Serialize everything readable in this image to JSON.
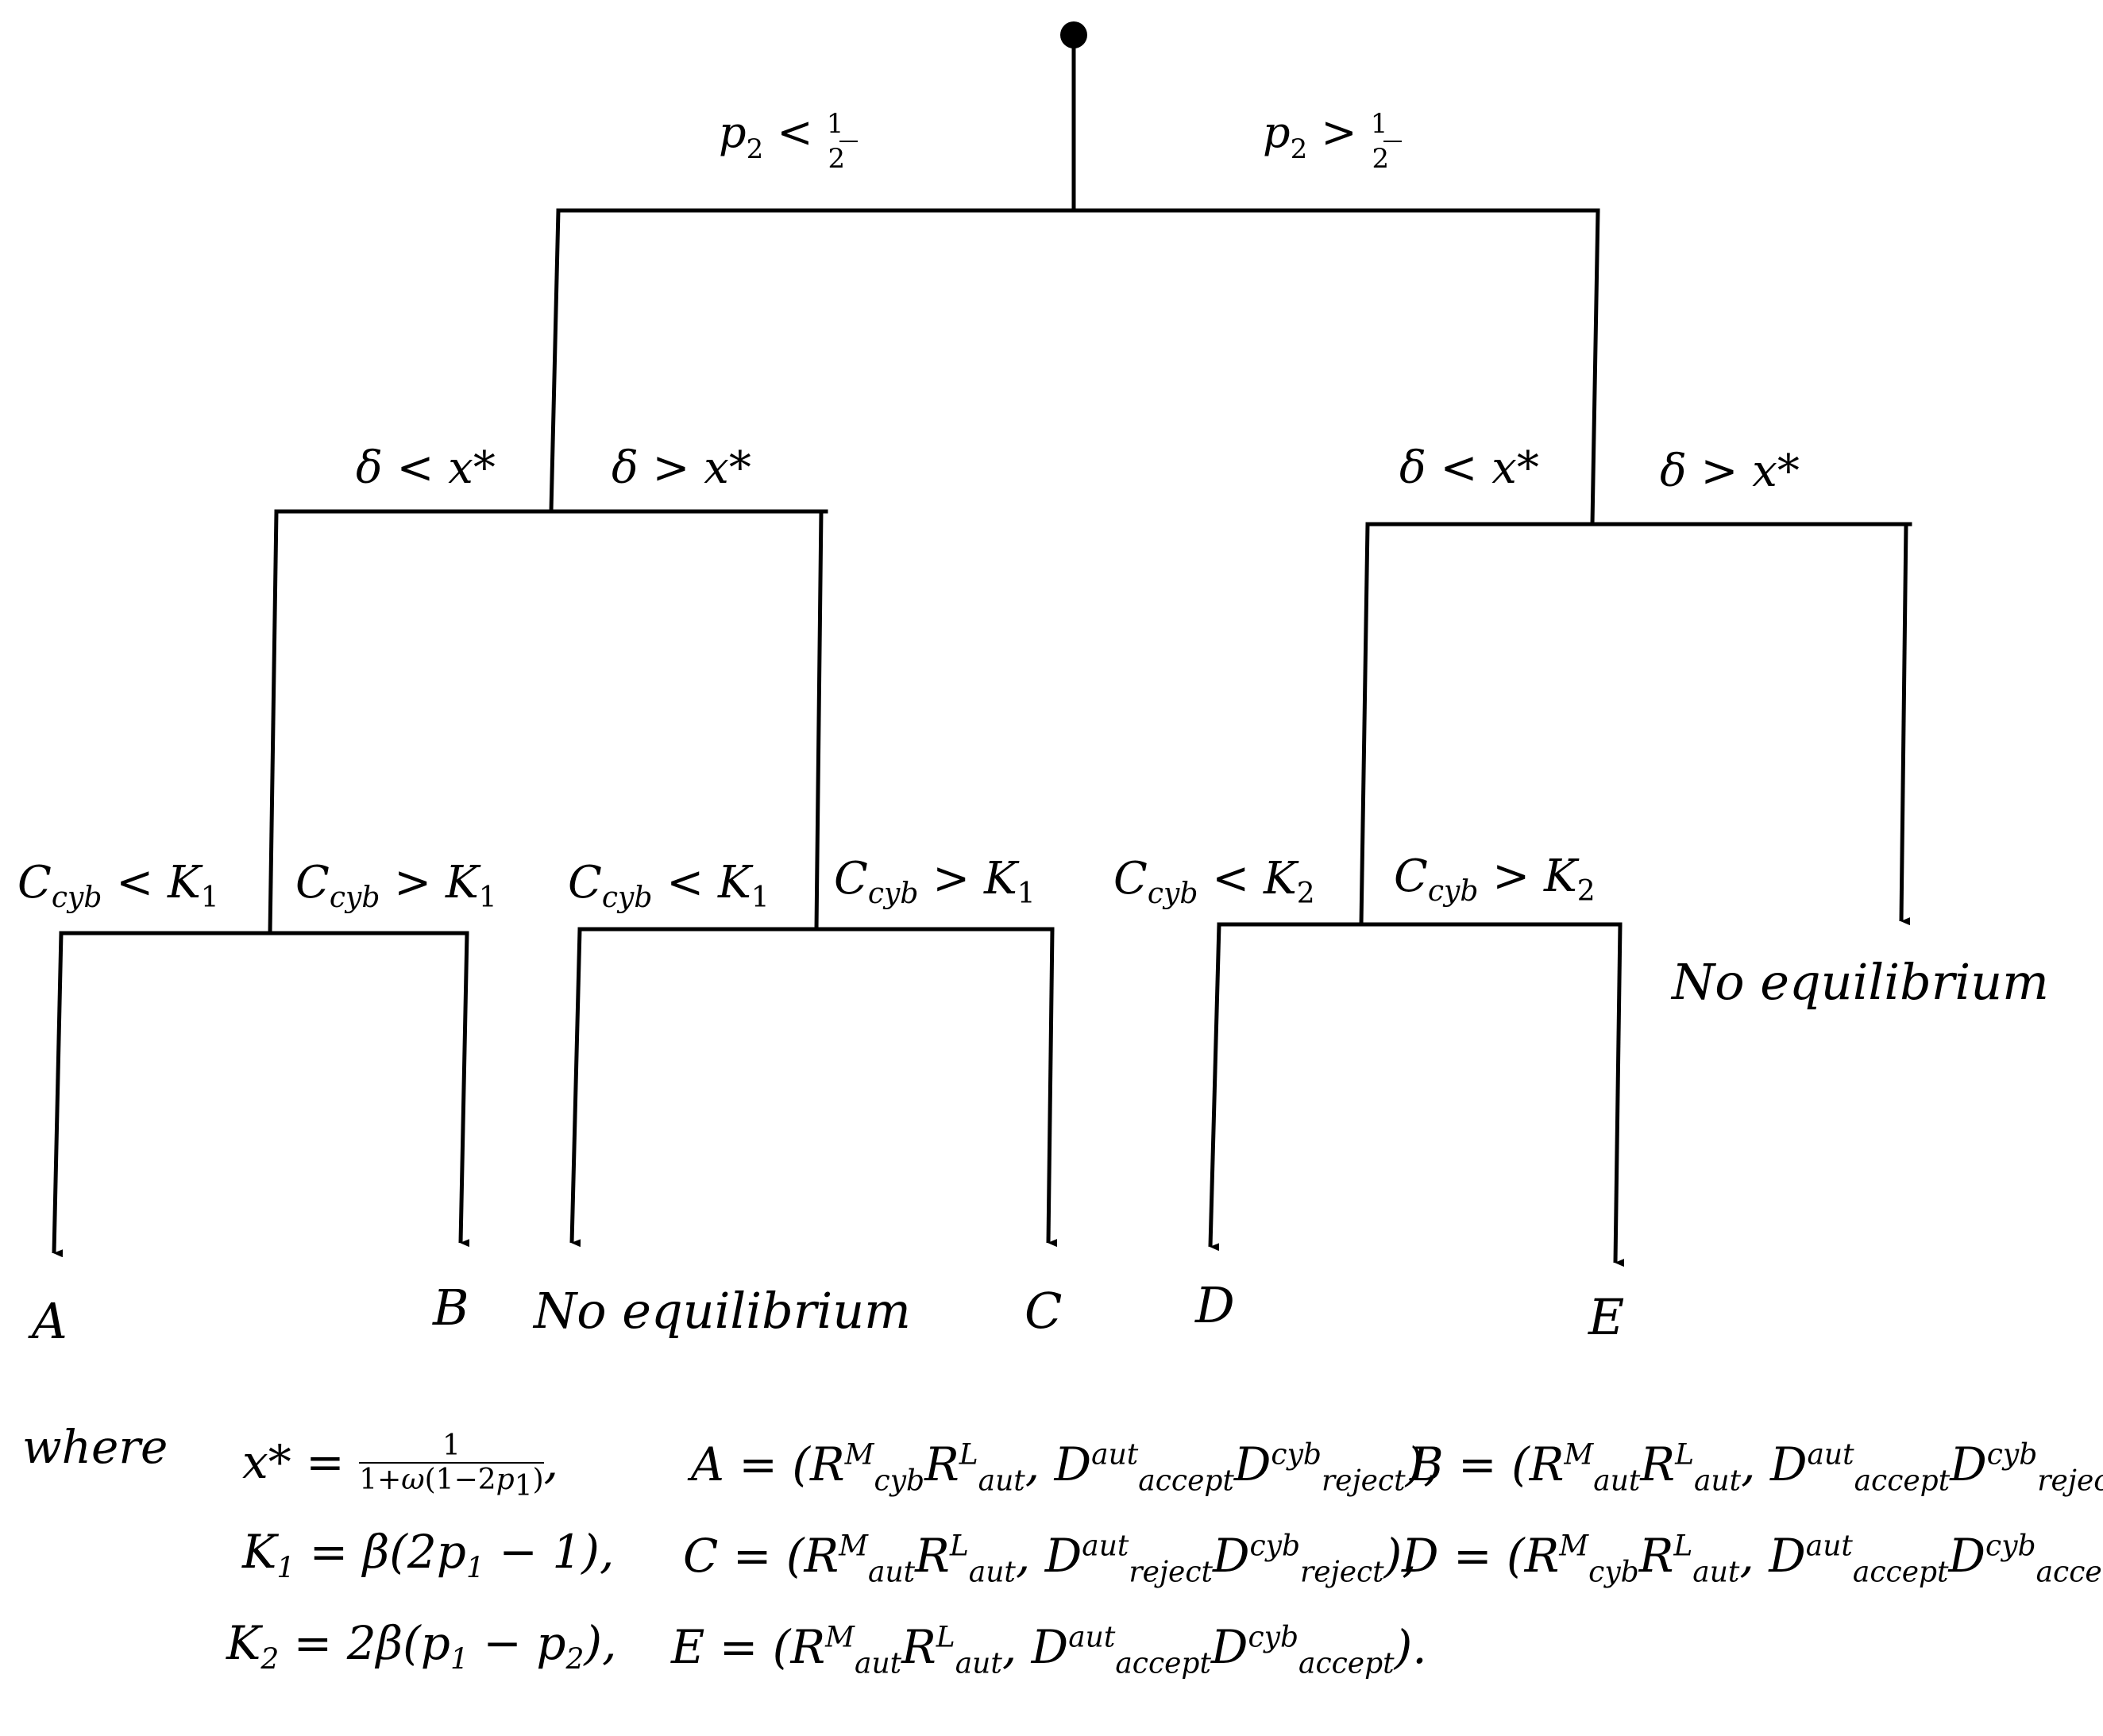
{
  "tree": {
    "root_branches": {
      "left": "p₂ < ½",
      "right": "p₂ > ½"
    },
    "delta_branches": {
      "left_lt": "δ < x*",
      "left_gt": "δ > x*",
      "right_lt": "δ < x*",
      "right_gt": "δ > x*"
    },
    "cost_branches": {
      "a": "Cᶜʸᵇ < K₁",
      "b": "Cᶜʸᵇ > K₁",
      "c": "Cᶜʸᵇ < K₁",
      "d": "Cᶜʸᵇ > K₁",
      "e": "Cᶜʸᵇ < K₂",
      "f": "Cᶜʸᵇ > K₂"
    },
    "leaves": {
      "A": "A",
      "B": "B",
      "none_left": "No equilibrium",
      "C": "C",
      "D": "D",
      "E": "E",
      "none_right": "No equilibrium"
    }
  },
  "legend": {
    "where": "where",
    "x_star": "x* = 1 / (1+ω(1−2p₁)),",
    "K1": "K₁ = β(2p₁ − 1),",
    "K2": "K₂ = 2β(p₁ − p₂),",
    "A": "A = (R^M_cyb R^L_aut, D^aut_accept D^cyb_reject),",
    "B": "B = (R^M_aut R^L_aut, D^aut_accept D^cyb_reject),",
    "C": "C = (R^M_aut R^L_aut, D^aut_reject D^cyb_reject),",
    "D": "D = (R^M_cyb R^L_aut, D^aut_accept D^cyb_accept),",
    "E": "E = (R^M_aut R^L_aut, D^aut_accept D^cyb_accept)."
  }
}
